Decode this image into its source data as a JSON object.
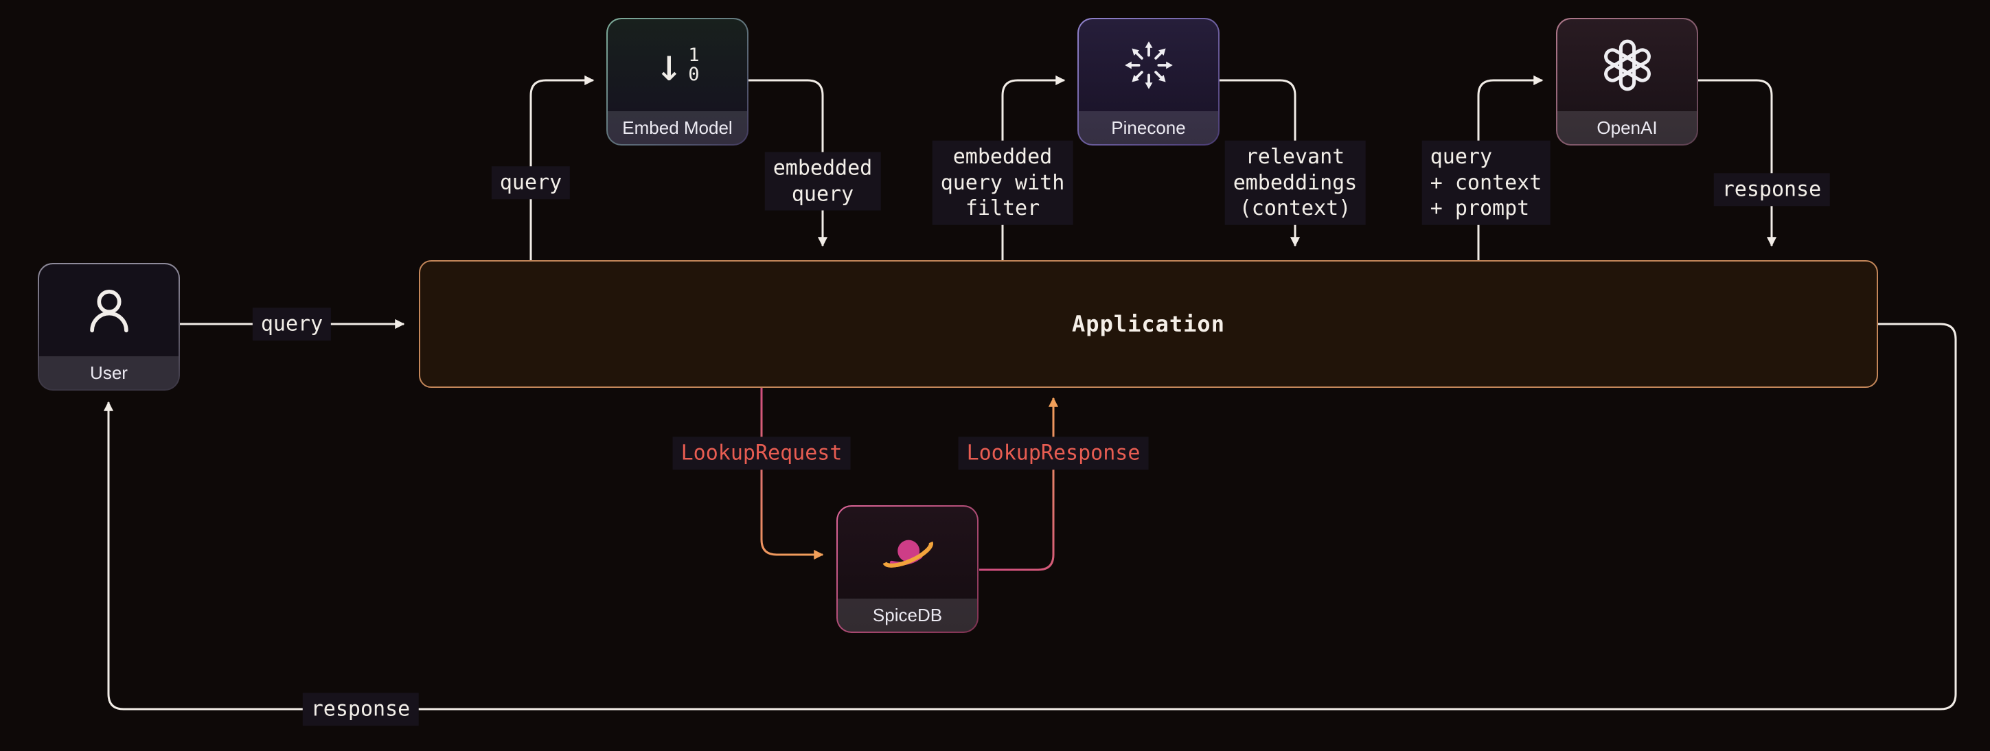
{
  "nodes": {
    "user": {
      "label": "User"
    },
    "embed_model": {
      "label": "Embed Model",
      "icon": {
        "arrow": "↓",
        "bit_top": "1",
        "bit_bottom": "0"
      }
    },
    "pinecone": {
      "label": "Pinecone"
    },
    "openai": {
      "label": "OpenAI"
    },
    "spicedb": {
      "label": "SpiceDB"
    },
    "application": {
      "label": "Application"
    }
  },
  "edge_labels": {
    "user_query": "query",
    "embed_query": "query",
    "embedded_query": "embedded\nquery",
    "embedded_query_filter": "embedded\nquery with\nfilter",
    "relevant_embeddings": "relevant\nembeddings\n(context)",
    "query_context_prompt": "query\n+ context\n+ prompt",
    "openai_response": "response",
    "lookup_request": "LookupRequest",
    "lookup_response": "LookupResponse",
    "final_response": "response"
  },
  "colors": {
    "background": "#0e0908",
    "line": "#f2ede7",
    "application_border": "#c4875a",
    "lookup_label": "#e85d52",
    "lookup_gradient_pink": "#cf4d7f",
    "lookup_gradient_orange": "#f2a05a",
    "spicedb_ring": "#f2a43c",
    "spicedb_planet": "#ce3d87"
  }
}
